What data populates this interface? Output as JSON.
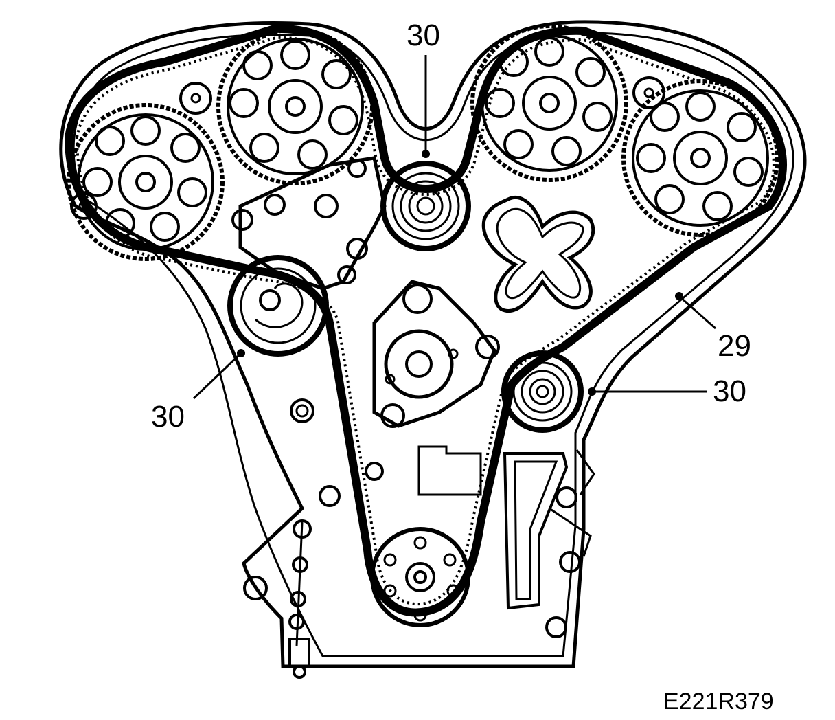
{
  "figure": {
    "reference": "E221R379",
    "callouts": [
      {
        "id": "top-idler",
        "text": "30"
      },
      {
        "id": "left-idler",
        "text": "30"
      },
      {
        "id": "right-idler",
        "text": "30"
      },
      {
        "id": "belt",
        "text": "29"
      }
    ]
  }
}
